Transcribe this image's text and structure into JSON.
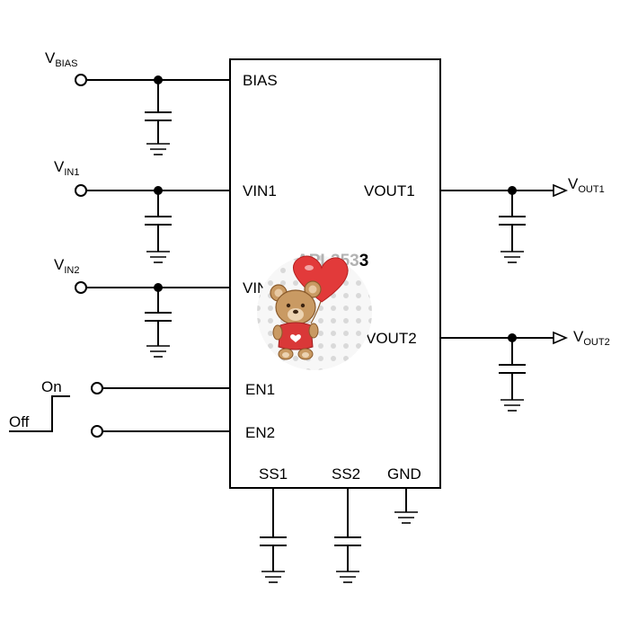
{
  "chip": {
    "name_part1": "APL353",
    "name_part2": "3"
  },
  "pins": {
    "bias": "BIAS",
    "vin1": "VIN1",
    "vin2": "VIN2",
    "vout1": "VOUT1",
    "vout2": "VOUT2",
    "en1": "EN1",
    "en2": "EN2",
    "ss1": "SS1",
    "ss2": "SS2",
    "gnd": "GND"
  },
  "signals": {
    "v_bias": {
      "main": "V",
      "sub": "BIAS"
    },
    "v_in1": {
      "main": "V",
      "sub": "IN1"
    },
    "v_in2": {
      "main": "V",
      "sub": "IN2"
    },
    "v_out1": {
      "main": "V",
      "sub": "OUT1"
    },
    "v_out2": {
      "main": "V",
      "sub": "OUT2"
    }
  },
  "switch": {
    "on": "On",
    "off": "Off"
  },
  "overlay": {
    "icon": "teddy-bear-with-heart-balloon-icon",
    "colors": {
      "heart": "#e23a3a",
      "bear": "#c99a63",
      "bear_dark": "#8a5a2b",
      "shirt": "#d93838"
    }
  }
}
